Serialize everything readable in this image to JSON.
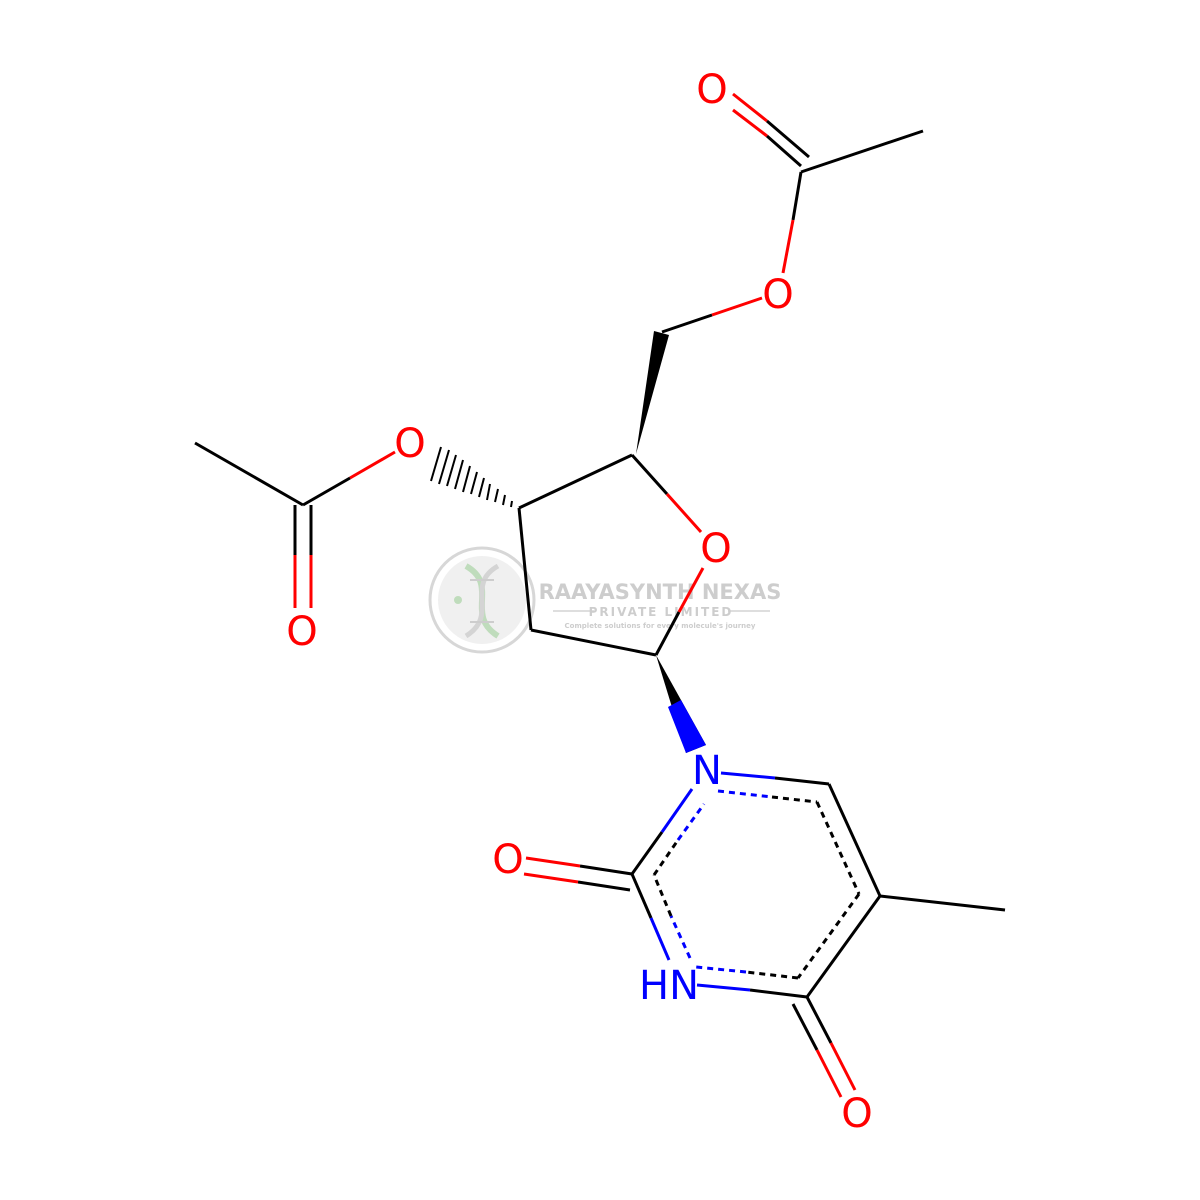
{
  "colors": {
    "carbon": "#000000",
    "oxygen": "#ff0000",
    "nitrogen": "#0000ff",
    "watermark": "#c8c8c8",
    "watermark_green": "#b9d9b5"
  },
  "atoms": {
    "o_acetyl_top_carbonyl": "O",
    "o_ester_top": "O",
    "o_ester_left": "O",
    "o_acetyl_left_carbonyl": "O",
    "o_ring": "O",
    "n1": "N",
    "o_c2": "O",
    "n3h": "HN",
    "o_c4": "O"
  },
  "watermark": {
    "title": "RAAYASYNTH NEXAS",
    "subtitle": "PRIVATE LIMITED",
    "tagline": "Complete solutions for every molecule's journey",
    "logo_icon": "dna-helix-icon"
  }
}
